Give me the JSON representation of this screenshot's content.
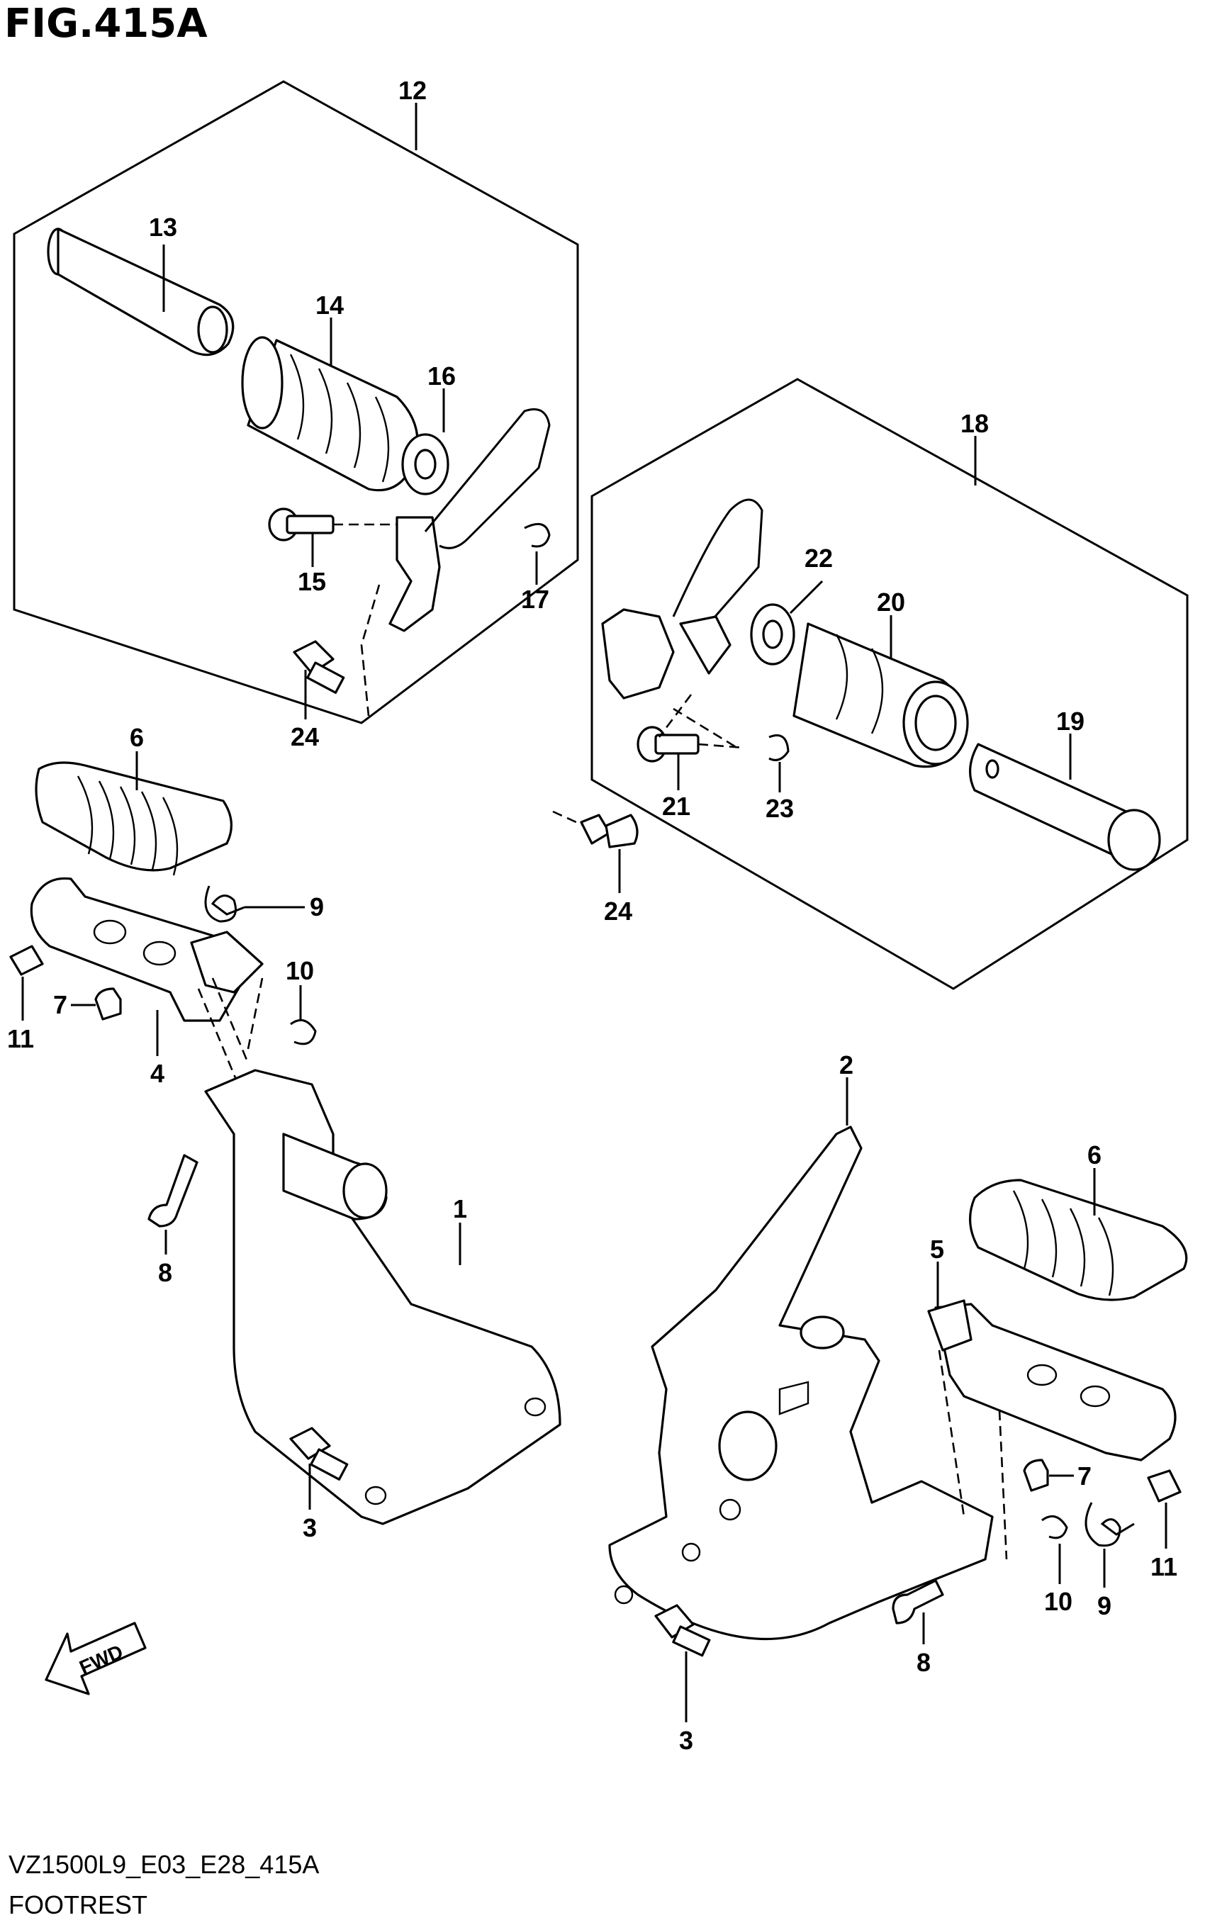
{
  "figure": {
    "title": "FIG.415A"
  },
  "footer": {
    "code": "VZ1500L9_E03_E28_415A",
    "name": "FOOTREST"
  },
  "fwd_label": "FWD",
  "callouts": [
    {
      "id": "c12a",
      "label": "12"
    },
    {
      "id": "c13",
      "label": "13"
    },
    {
      "id": "c14",
      "label": "14"
    },
    {
      "id": "c16",
      "label": "16"
    },
    {
      "id": "c15",
      "label": "15"
    },
    {
      "id": "c17",
      "label": "17"
    },
    {
      "id": "c24a",
      "label": "24"
    },
    {
      "id": "c18",
      "label": "18"
    },
    {
      "id": "c22",
      "label": "22"
    },
    {
      "id": "c20",
      "label": "20"
    },
    {
      "id": "c19",
      "label": "19"
    },
    {
      "id": "c21",
      "label": "21"
    },
    {
      "id": "c23",
      "label": "23"
    },
    {
      "id": "c24b",
      "label": "24"
    },
    {
      "id": "c6a",
      "label": "6"
    },
    {
      "id": "c9a",
      "label": "9"
    },
    {
      "id": "c10a",
      "label": "10"
    },
    {
      "id": "c7a",
      "label": "7"
    },
    {
      "id": "c11a",
      "label": "11"
    },
    {
      "id": "c4",
      "label": "4"
    },
    {
      "id": "c8a",
      "label": "8"
    },
    {
      "id": "c1",
      "label": "1"
    },
    {
      "id": "c3a",
      "label": "3"
    },
    {
      "id": "c2",
      "label": "2"
    },
    {
      "id": "c6b",
      "label": "6"
    },
    {
      "id": "c5",
      "label": "5"
    },
    {
      "id": "c7b",
      "label": "7"
    },
    {
      "id": "c10b",
      "label": "10"
    },
    {
      "id": "c9b",
      "label": "9"
    },
    {
      "id": "c11b",
      "label": "11"
    },
    {
      "id": "c8b",
      "label": "8"
    },
    {
      "id": "c3b",
      "label": "3"
    }
  ]
}
